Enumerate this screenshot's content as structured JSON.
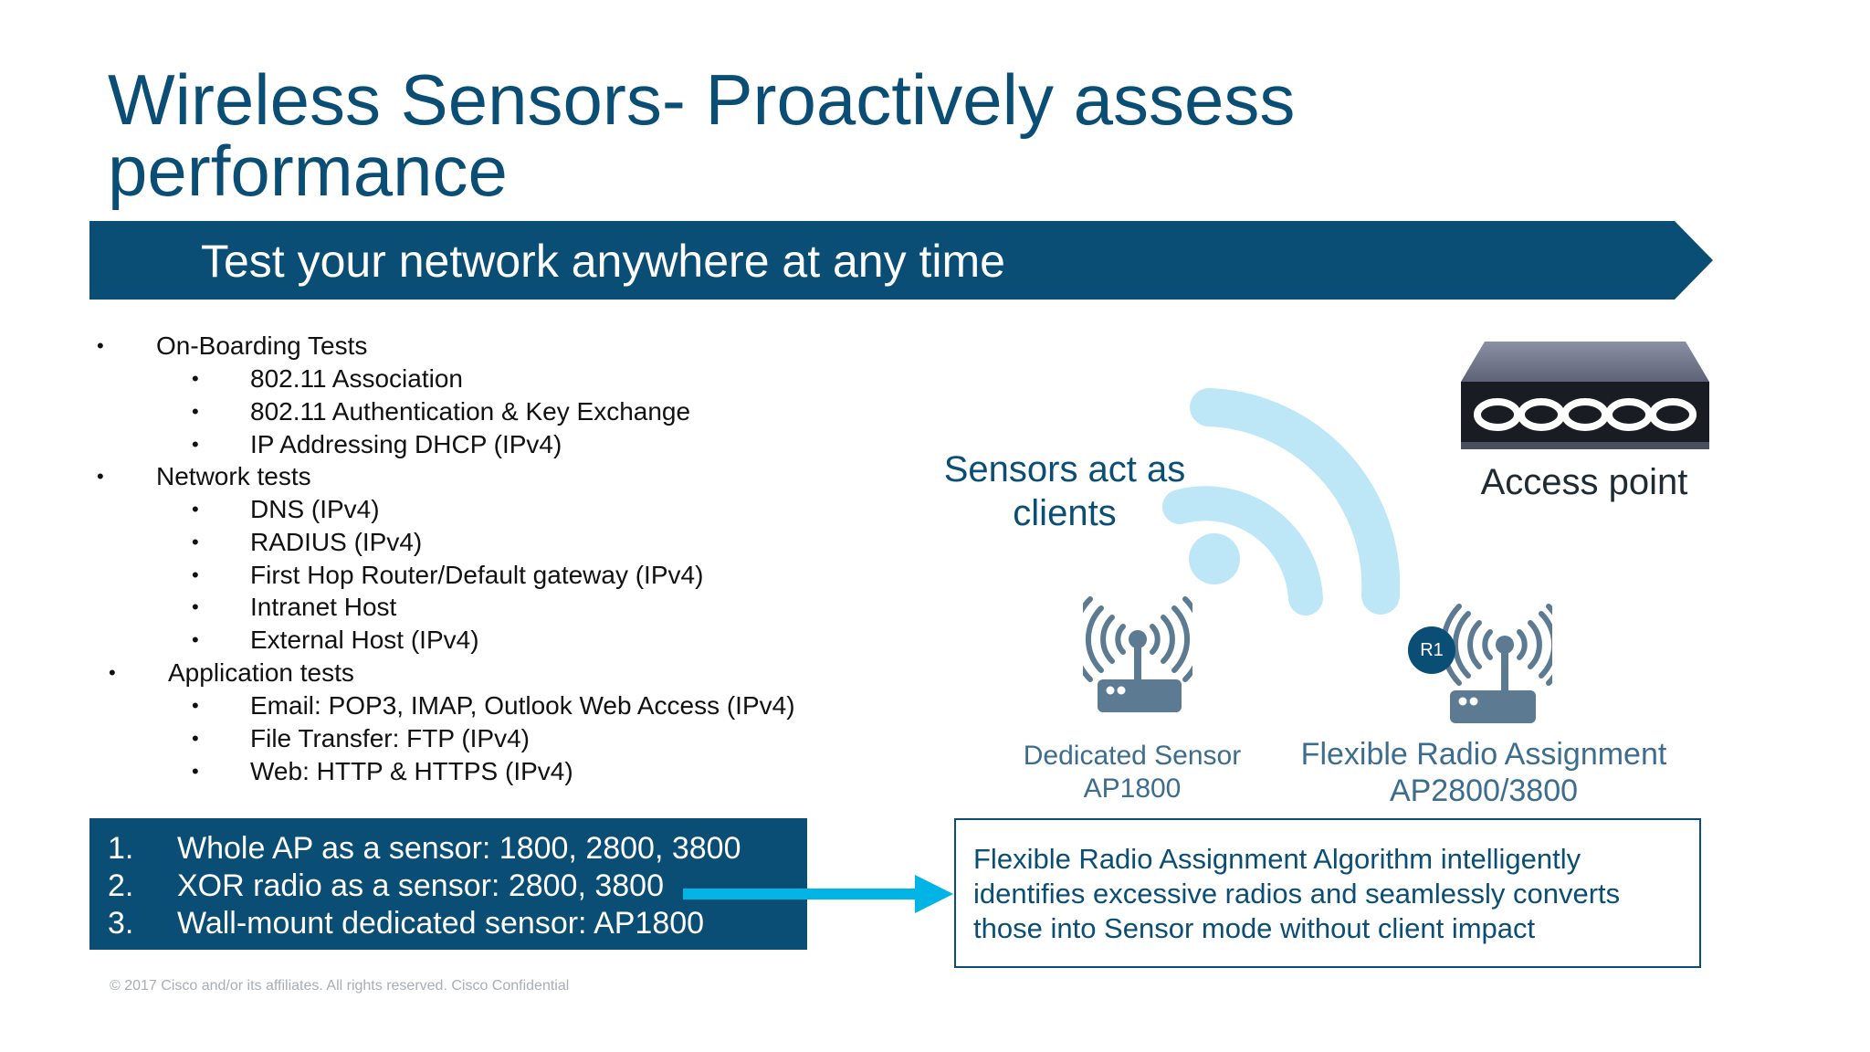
{
  "title": "Wireless Sensors- Proactively assess performance",
  "banner": "Test your network anywhere at any time",
  "tests": {
    "onboarding": {
      "label": "On-Boarding Tests",
      "items": [
        "802.11 Association",
        "802.11 Authentication & Key Exchange",
        "IP Addressing DHCP (IPv4)"
      ]
    },
    "network": {
      "label": "Network tests",
      "items": [
        "DNS (IPv4)",
        "RADIUS (IPv4)",
        "First Hop Router/Default gateway (IPv4)",
        "Intranet Host",
        "External Host (IPv4)"
      ]
    },
    "application": {
      "label": "Application tests",
      "items": [
        "Email: POP3, IMAP, Outlook Web Access (IPv4)",
        "File Transfer: FTP (IPv4)",
        "Web: HTTP & HTTPS (IPv4)"
      ]
    }
  },
  "bullet": "•",
  "sensor_modes": [
    {
      "num": "1.",
      "text": "Whole AP as a sensor: 1800, 2800, 3800"
    },
    {
      "num": "2.",
      "text": "XOR radio as a sensor: 2800, 3800"
    },
    {
      "num": "3.",
      "text": "Wall-mount dedicated sensor: AP1800"
    }
  ],
  "diagram": {
    "sensors_label_line1": "Sensors act as",
    "sensors_label_line2": "clients",
    "access_point": "Access point",
    "dedicated_sensor_line1": "Dedicated Sensor",
    "dedicated_sensor_line2": "AP1800",
    "flexible_line1": "Flexible Radio Assignment",
    "flexible_line2": "AP2800/3800",
    "badge": "R1"
  },
  "algorithm_text": "Flexible Radio Assignment Algorithm intelligently identifies excessive radios and seamlessly converts those into Sensor mode without client impact",
  "footer": "© 2017  Cisco and/or its affiliates. All rights reserved.   Cisco Confidential",
  "colors": {
    "primary": "#0b4e75",
    "accent": "#00b5e6",
    "wifi": "#bde7f7",
    "device": "#5c7a92"
  }
}
